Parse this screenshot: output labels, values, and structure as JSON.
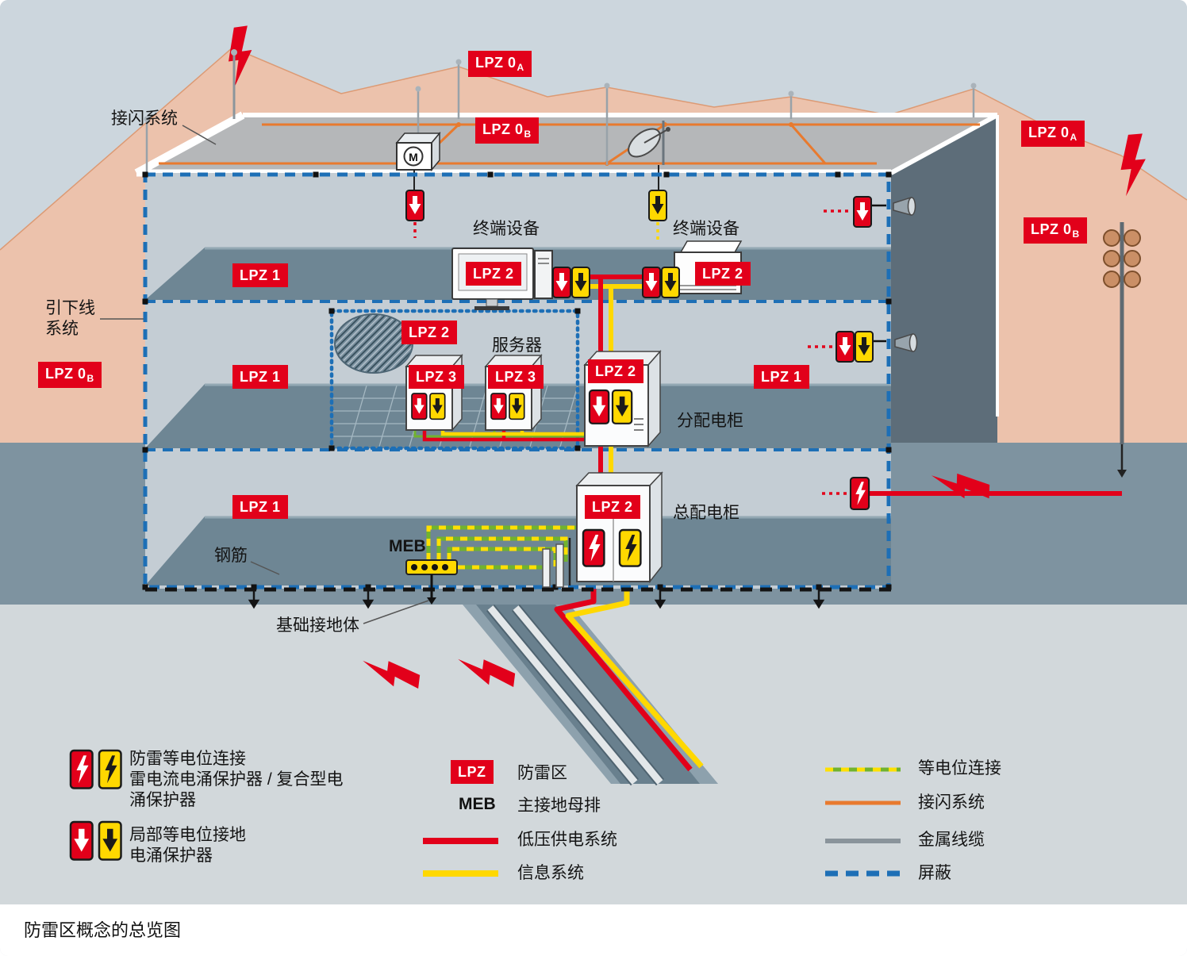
{
  "caption": "防雷区概念的总览图",
  "colors": {
    "lpz_red": "#e2001a",
    "signal_yellow": "#ffd800",
    "air_termination_orange": "#e87a2e",
    "shield_blue": "#1d6fb6",
    "bonding_green": "#71b32e",
    "metal_gray": "#8a949b"
  },
  "diagram": {
    "labels": {
      "air_termination_system": "接闪系统",
      "down_conductor_line1": "引下线",
      "down_conductor_line2": "系统",
      "terminal_device_left": "终端设备",
      "terminal_device_right": "终端设备",
      "server": "服务器",
      "distribution_cabinet": "分配电柜",
      "main_distribution_cabinet": "总配电柜",
      "rebar": "钢筋",
      "meb": "MEB",
      "foundation_earth_electrode": "基础接地体",
      "motor_marking": "M"
    },
    "badges": {
      "lpz0a_top": {
        "text": "LPZ 0",
        "sub": "A"
      },
      "lpz0b_roof": {
        "text": "LPZ 0",
        "sub": "B"
      },
      "lpz0a_right": {
        "text": "LPZ 0",
        "sub": "A"
      },
      "lpz0b_right": {
        "text": "LPZ 0",
        "sub": "B"
      },
      "lpz0b_left": {
        "text": "LPZ 0",
        "sub": "B"
      },
      "lpz1_upper_floor": {
        "text": "LPZ 1"
      },
      "lpz1_middle_floor": {
        "text": "LPZ 1"
      },
      "lpz1_middle_right": {
        "text": "LPZ 1"
      },
      "lpz1_lower_floor": {
        "text": "LPZ 1"
      },
      "lpz2_server_room": {
        "text": "LPZ 2"
      },
      "lpz2_terminal_left": {
        "text": "LPZ 2"
      },
      "lpz2_terminal_right": {
        "text": "LPZ 2"
      },
      "lpz3_server_cabinet_1": {
        "text": "LPZ 3"
      },
      "lpz3_server_cabinet_2": {
        "text": "LPZ 3"
      },
      "lpz2_distribution_cabinet": {
        "text": "LPZ 2"
      },
      "lpz2_main_cabinet": {
        "text": "LPZ 2"
      }
    }
  },
  "legend": {
    "surge_arresters": [
      {
        "lines": [
          "防雷等电位连接",
          "雷电流电涌保护器 / 复合型电",
          "涌保护器"
        ]
      },
      {
        "lines": [
          "局部等电位接地",
          "电涌保护器"
        ]
      }
    ],
    "abbreviations": [
      {
        "key": "LPZ",
        "label": "防雷区"
      },
      {
        "key": "MEB",
        "label": "主接地母排"
      }
    ],
    "lines": [
      {
        "label": "低压供电系统"
      },
      {
        "label": "信息系统"
      },
      {
        "label": "等电位连接"
      },
      {
        "label": "接闪系统"
      },
      {
        "label": "金属线缆"
      },
      {
        "label": "屏蔽"
      }
    ]
  }
}
